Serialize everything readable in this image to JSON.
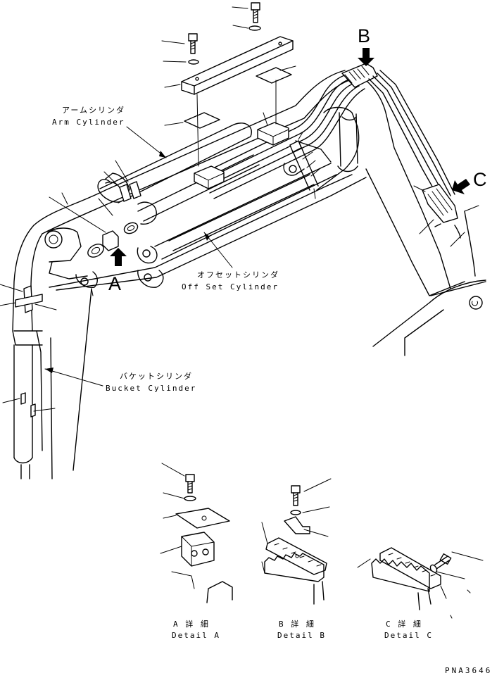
{
  "labels": {
    "arm_cylinder_jp": "アームシリンダ",
    "arm_cylinder_en": "Arm Cylinder",
    "offset_cylinder_jp": "オフセットシリンダ",
    "offset_cylinder_en": "Off Set Cylinder",
    "bucket_cylinder_jp": "バケットシリンダ",
    "bucket_cylinder_en": "Bucket Cylinder",
    "marker_a": "A",
    "marker_b": "B",
    "marker_c": "C",
    "detail_a_jp": "A 詳 細",
    "detail_a_en": "Detail A",
    "detail_b_jp": "B 詳 細",
    "detail_b_en": "Detail B",
    "detail_c_jp": "C 詳 細",
    "detail_c_en": "Detail C",
    "drawing_code": "PNA3646"
  }
}
